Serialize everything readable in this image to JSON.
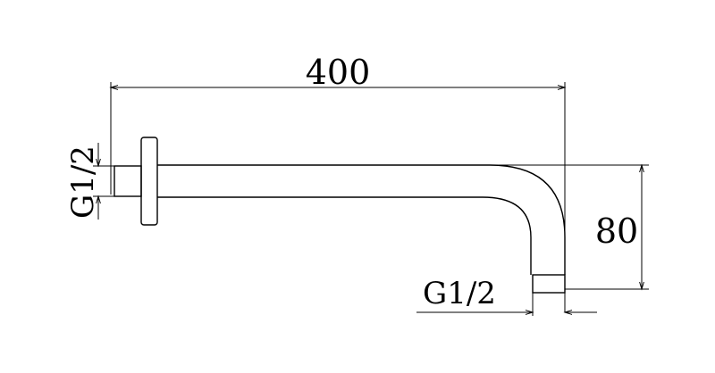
{
  "drawing": {
    "overall_length": "400",
    "drop_height": "80",
    "inlet_thread": "G1/2",
    "outlet_thread": "G1/2",
    "line_color": "#000000",
    "background_color": "#ffffff"
  }
}
